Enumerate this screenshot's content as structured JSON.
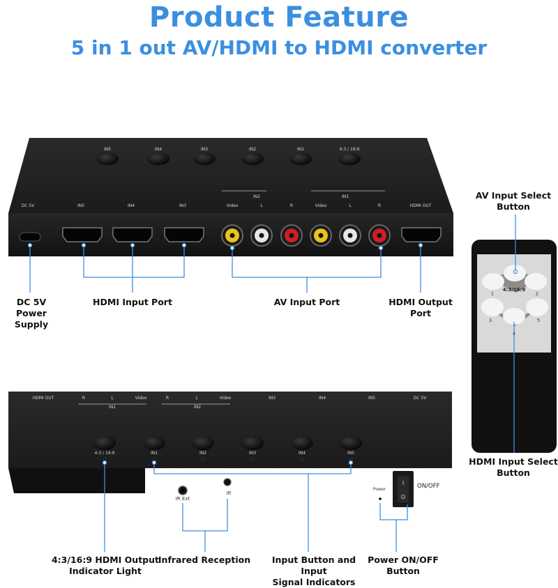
{
  "title": "Product Feature",
  "subtitle": "5 in 1 out AV/HDMI to HDMI converter",
  "callouts": {
    "dc_power": "DC 5V Power\nSupply",
    "hdmi_input": "HDMI Input Port",
    "av_input": "AV Input Port",
    "hdmi_output": "HDMI Output\nPort",
    "av_select": "AV Input Select\nButton",
    "hdmi_select": "HDMI Input Select\nButton",
    "aspect_indicator": "4:3/16:9 HDMI Output\nIndicator Light",
    "infrared": "Infrared Reception",
    "input_button": "Input Button and Input\nSignal Indicators",
    "power_switch": "Power ON/OFF\nButton"
  },
  "top_device": {
    "buttons": [
      "IN5",
      "IN4",
      "IN3",
      "IN2",
      "IN1",
      "4:3 / 16:9"
    ],
    "port_labels": [
      "DC 5V",
      "IN5",
      "IN4",
      "IN3",
      "Video",
      "L",
      "R",
      "Video",
      "L",
      "R",
      "HDMI OUT"
    ],
    "group_labels": [
      "IN2",
      "IN1"
    ]
  },
  "bottom_device": {
    "port_labels": [
      "HDMI OUT",
      "R",
      "L",
      "Video",
      "R",
      "L",
      "Video",
      "IN3",
      "IN4",
      "IN5",
      "DC 5V"
    ],
    "group_labels": [
      "IN1",
      "IN2"
    ],
    "buttons": [
      "4:3 / 16:9",
      "IN1",
      "IN2",
      "IN3",
      "IN4",
      "IN5"
    ],
    "ir_ext": "IR Ext",
    "ir": "IR",
    "power": "Power",
    "on_off": "ON/OFF",
    "switch_on": "I",
    "switch_off": "O"
  },
  "remote": {
    "aspect_label": "4:3/16:9",
    "av_numbers": [
      "1",
      "2"
    ],
    "hdmi_numbers": [
      "3",
      "4",
      "5"
    ]
  },
  "colors": {
    "title": "#3b8fe0",
    "callout_line": "#3b8fe0",
    "device_body": "#1d1d1d"
  }
}
